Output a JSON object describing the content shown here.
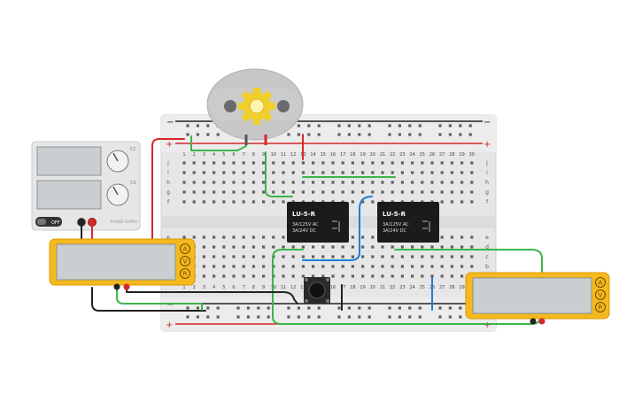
{
  "colors": {
    "wire_red": "#d62828",
    "wire_green": "#3cb54a",
    "wire_blue": "#1c7fd6",
    "wire_black": "#222222",
    "meter_body": "#f5b81e",
    "meter_screen": "#c9ced1",
    "relay_body": "#1b1b1b",
    "breadboard": "#e9e9e9",
    "motor_body": "#c9c9c9",
    "gear": "#f2d030"
  },
  "breadboard": {
    "columns_top": [
      "1",
      "2",
      "3",
      "4",
      "5",
      "6",
      "7",
      "8",
      "9",
      "10",
      "11",
      "12",
      "13",
      "14",
      "15",
      "16",
      "17",
      "18",
      "19",
      "20",
      "21",
      "22",
      "23",
      "24",
      "25",
      "26",
      "27",
      "28",
      "29",
      "30"
    ],
    "columns_bottom": [
      "1",
      "2",
      "3",
      "4",
      "5",
      "6",
      "7",
      "8",
      "9",
      "10",
      "11",
      "12",
      "13",
      "14",
      "15",
      "16",
      "17",
      "18",
      "19",
      "20",
      "21",
      "22",
      "23",
      "24",
      "25",
      "26",
      "27",
      "28",
      "29",
      "30"
    ],
    "rows_upper": [
      "j",
      "i",
      "h",
      "g",
      "f"
    ],
    "rows_lower": [
      "e",
      "d",
      "c",
      "b",
      "a"
    ],
    "rail_plus": "+",
    "rail_minus": "−"
  },
  "power_supply": {
    "knob1_label": "CC",
    "knob2_label": "CV",
    "switch_label": "OFF",
    "brand_label": "POWER SUPPLY"
  },
  "relay1": {
    "model": "LU-5-R",
    "spec1": "3A/125V AC",
    "spec2": "3A/24V DC"
  },
  "relay2": {
    "model": "LU-5-R",
    "spec1": "3A/125V AC",
    "spec2": "3A/24V DC"
  },
  "meter_left": {
    "modes": [
      "A",
      "V",
      "R"
    ]
  },
  "meter_right": {
    "modes": [
      "A",
      "V",
      "R"
    ]
  },
  "motor": {
    "icon": "gear-icon"
  },
  "button": {
    "icon": "pushbutton-icon"
  }
}
